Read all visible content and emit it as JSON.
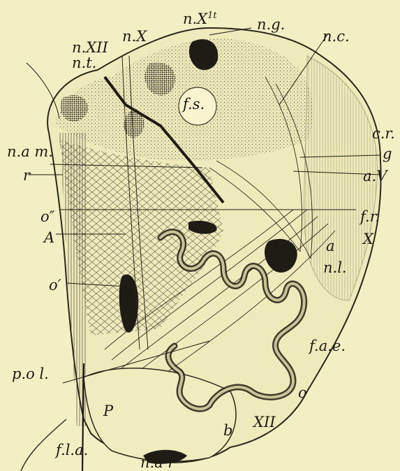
{
  "labels": {
    "nX1t": "n.X",
    "nX1t_sup": "1t",
    "ng": "n.g.",
    "nX": "n.X",
    "nXII": "n.XII",
    "nc": "n.c.",
    "nt": "n.t.",
    "fs": "f.s.",
    "cr": "c.r.",
    "nam": "n.a m.",
    "g": "g",
    "r": "r",
    "aV": "a.V",
    "o2": "o″",
    "fr": "f.r.",
    "A": "A",
    "a": "a",
    "X": "X",
    "nl": "n.l.",
    "o1": "o′",
    "fae": "f.a.e.",
    "pol": "p.o l.",
    "o": "o",
    "P": "P",
    "XII": "XII",
    "b": "b",
    "fla": "f.l.a.",
    "nar": "n.a r"
  },
  "colors": {
    "paper": "#f3efc4",
    "ink": "#1c1a14",
    "stipple": "#8a8670"
  }
}
